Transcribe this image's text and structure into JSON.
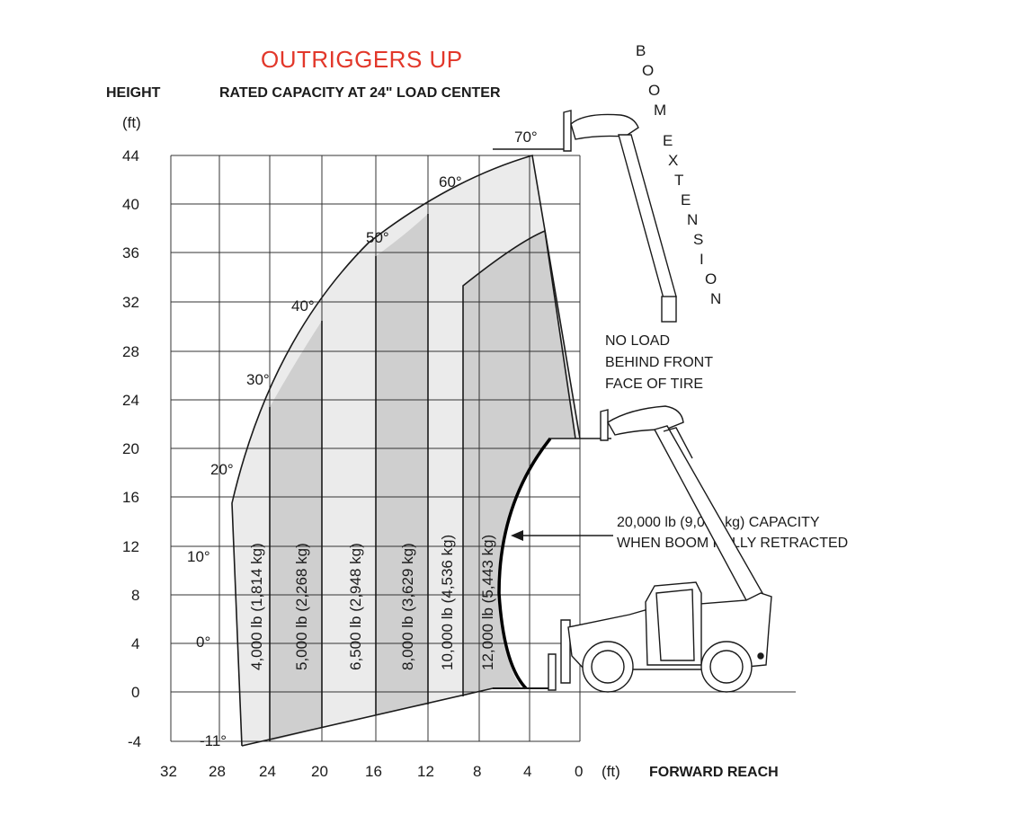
{
  "title": "OUTRIGGERS UP",
  "subtitle": "RATED CAPACITY AT 24\" LOAD CENTER",
  "y_axis": {
    "label": "HEIGHT",
    "unit": "(ft)",
    "ticks": [
      "44",
      "40",
      "36",
      "32",
      "28",
      "24",
      "20",
      "16",
      "12",
      "8",
      "4",
      "0",
      "-4"
    ]
  },
  "x_axis": {
    "label": "FORWARD REACH",
    "unit": "(ft)",
    "ticks": [
      "32",
      "28",
      "24",
      "20",
      "16",
      "12",
      "8",
      "4",
      "0"
    ]
  },
  "angles": [
    "70°",
    "60°",
    "50°",
    "40°",
    "30°",
    "20°",
    "10°",
    "0°",
    "-11°"
  ],
  "capacity_bands": [
    "4,000 lb (1,814 kg)",
    "5,000 lb (2,268 kg)",
    "6,500 lb (2,948 kg)",
    "8,000 lb (3,629 kg)",
    "10,000 lb (4,536 kg)",
    "12,000 lb (5,443 kg)"
  ],
  "boom_extension": [
    "B",
    "O",
    "O",
    "M",
    "E",
    "X",
    "T",
    "E",
    "N",
    "S",
    "I",
    "O",
    "N"
  ],
  "no_load_note": [
    "NO LOAD",
    "BEHIND FRONT",
    "FACE OF TIRE"
  ],
  "capacity_note": [
    "20,000 lb (9,072 kg) CAPACITY",
    "WHEN BOOM FULLY RETRACTED"
  ],
  "colors": {
    "title": "#e2372a",
    "band_light": "#ebebeb",
    "band_dark": "#cfcfcf",
    "line": "#1a1a1a"
  }
}
